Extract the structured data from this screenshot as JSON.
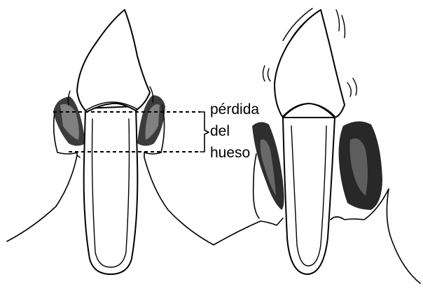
{
  "label": {
    "line1": "pérdida",
    "line2": "del",
    "line3": "hueso"
  }
}
